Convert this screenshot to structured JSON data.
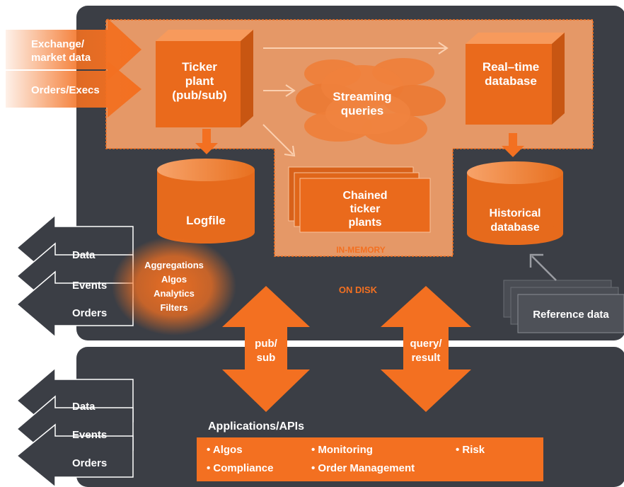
{
  "inputs": {
    "exchange_line1": "Exchange/",
    "exchange_line2": "market data",
    "orders_execs": "Orders/Execs"
  },
  "ticker_plant": {
    "line1": "Ticker",
    "line2": "plant",
    "line3": "(pub/sub)"
  },
  "streaming_queries": {
    "line1": "Streaming",
    "line2": "queries"
  },
  "realtime_db": {
    "line1": "Real–time",
    "line2": "database"
  },
  "logfile": "Logfile",
  "chained": {
    "line1": "Chained",
    "line2": "ticker",
    "line3": "plants"
  },
  "historical": {
    "line1": "Historical",
    "line2": "database"
  },
  "in_memory": "IN-MEMORY",
  "on_disk": "ON DISK",
  "reference_data": "Reference data",
  "aggregations": {
    "line1": "Aggregations",
    "line2": "Algos",
    "line3": "Analytics",
    "line4": "Filters"
  },
  "outputs_top": [
    "Data",
    "Events",
    "Orders"
  ],
  "outputs_bottom": [
    "Data",
    "Events",
    "Orders"
  ],
  "pub_sub": {
    "line1": "pub/",
    "line2": "sub"
  },
  "query_result": {
    "line1": "query/",
    "line2": "result"
  },
  "applications": {
    "title": "Applications/APIs",
    "items": [
      "• Algos",
      "• Monitoring",
      "• Risk",
      "• Compliance",
      "• Order Management"
    ]
  },
  "colors": {
    "orange": "#f37021",
    "dark_panel": "#3b3e45",
    "light_orange": "#f6a56e",
    "white": "#ffffff"
  }
}
